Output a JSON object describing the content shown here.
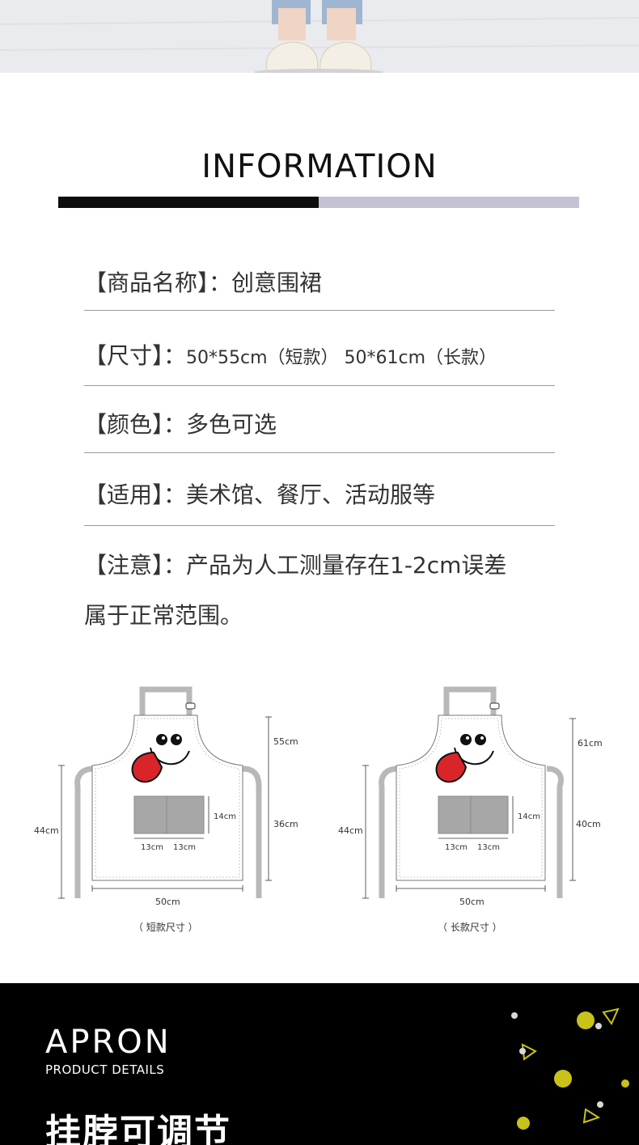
{
  "section": {
    "title": "INFORMATION",
    "accent_dark": "#0d0d0d",
    "accent_light": "#c4c2d2"
  },
  "info": [
    {
      "label": "【商品名称】：",
      "value": "创意围裙"
    },
    {
      "label": "【尺寸】：",
      "value": "50*55cm（短款） 50*61cm（长款）"
    },
    {
      "label": "【颜色】：",
      "value": "多色可选"
    },
    {
      "label": "【适用】：",
      "value": "美术馆、餐厅、活动服等"
    },
    {
      "label": "【注意】：",
      "value": "产品为人工测量存在1-2cm误差",
      "continuation": "属于正常范围。"
    }
  ],
  "diagrams": [
    {
      "caption": "（ 短款尺寸 ）",
      "height_top": "55cm",
      "height_bottom": "36cm",
      "side_height": "44cm",
      "pocket_height": "14cm",
      "pocket_left": "13cm",
      "pocket_right": "13cm",
      "width": "50cm"
    },
    {
      "caption": "（ 长款尺寸 ）",
      "height_top": "61cm",
      "height_bottom": "40cm",
      "side_height": "44cm",
      "pocket_height": "14cm",
      "pocket_left": "13cm",
      "pocket_right": "13cm",
      "width": "50cm"
    }
  ],
  "banner": {
    "title": "APRON",
    "subtitle": "PRODUCT DETAILS",
    "heading": "挂脖可调节",
    "accent": "#c8c21a"
  }
}
